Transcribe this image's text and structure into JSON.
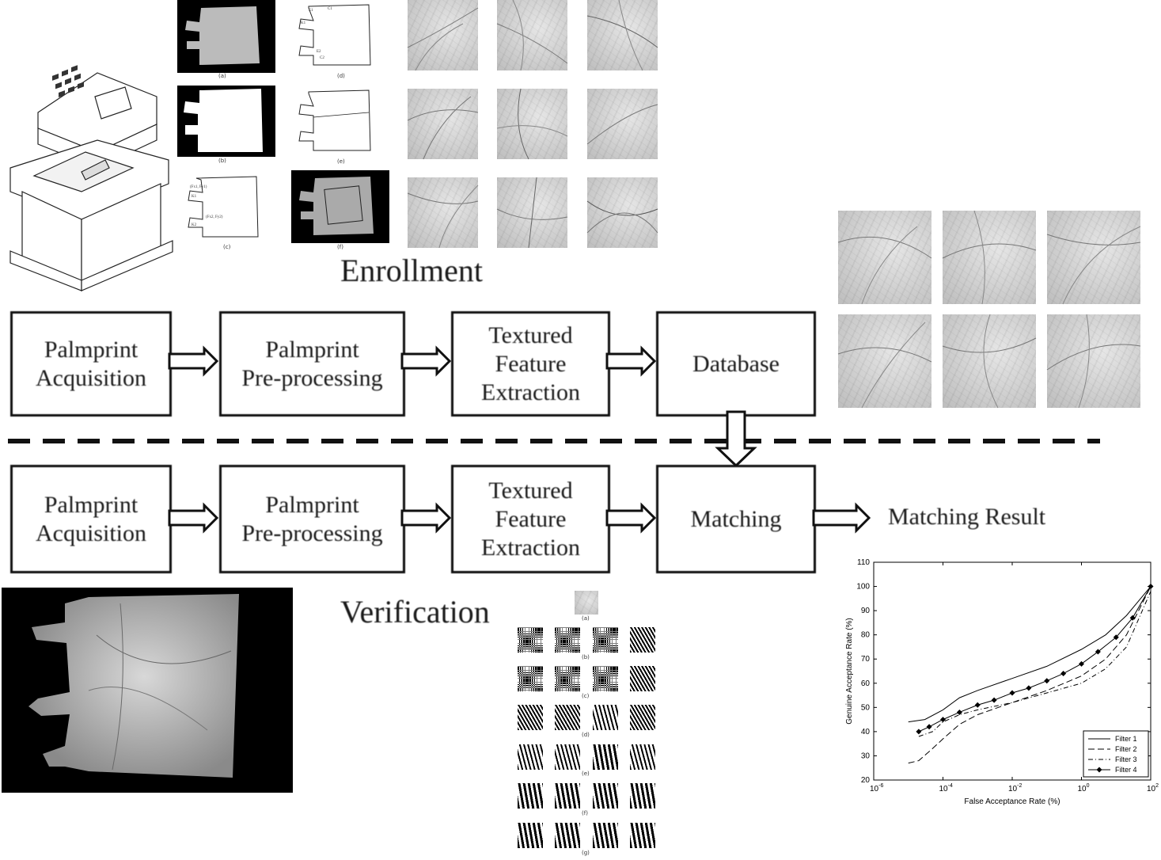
{
  "enrollment_label": "Enrollment",
  "verification_label": "Verification",
  "enrollment_row": {
    "acquisition": [
      "Palmprint",
      "Acquisition"
    ],
    "preprocessing": [
      "Palmprint",
      "Pre-processing"
    ],
    "feature": [
      "Textured",
      "Feature",
      "Extraction"
    ],
    "database": [
      "Database"
    ]
  },
  "verification_row": {
    "acquisition": [
      "Palmprint",
      "Acquisition"
    ],
    "preprocessing": [
      "Palmprint",
      "Pre-processing"
    ],
    "feature": [
      "Textured",
      "Feature",
      "Extraction"
    ],
    "matching": [
      "Matching"
    ]
  },
  "matching_result_label": "Matching Result",
  "preprocess_captions": [
    "(a)",
    "(b)",
    "(c)",
    "(d)",
    "(e)",
    "(f)"
  ],
  "contour_labels": {
    "d": [
      "E1",
      "C1",
      "K1",
      "E2",
      "C2"
    ],
    "c": [
      "(Fx1, Fy1)",
      "(Fx2, Fy2)",
      "K1",
      "K2"
    ]
  },
  "filter_captions": [
    "(a)",
    "(b)",
    "(c)",
    "(d)",
    "(e)",
    "(f)",
    "(g)"
  ],
  "chart_data": {
    "type": "line",
    "xlabel": "False Acceptance Rate (%)",
    "ylabel": "Genuine Acceptance Rate (%)",
    "xscale": "log",
    "xlim": [
      1e-06,
      100
    ],
    "ylim": [
      20,
      110
    ],
    "xticks": [
      "10^-6",
      "10^-4",
      "10^-2",
      "10^0",
      "10^2"
    ],
    "yticks": [
      20,
      30,
      40,
      50,
      60,
      70,
      80,
      90,
      100,
      110
    ],
    "grid": false,
    "legend_position": "bottom-right",
    "series": [
      {
        "name": "Filter 1",
        "style": "solid",
        "x": [
          1e-05,
          3e-05,
          0.0001,
          0.0003,
          0.001,
          0.01,
          0.1,
          1,
          5,
          20,
          100
        ],
        "y": [
          44,
          45,
          49,
          54,
          57,
          62,
          67,
          74,
          80,
          88,
          100
        ]
      },
      {
        "name": "Filter 2",
        "style": "longdash",
        "x": [
          1e-05,
          2e-05,
          5e-05,
          0.0001,
          0.0003,
          0.001,
          0.01,
          0.1,
          1,
          5,
          20,
          100
        ],
        "y": [
          27,
          28,
          33,
          37,
          43,
          47,
          52,
          57,
          63,
          70,
          80,
          100
        ]
      },
      {
        "name": "Filter 3",
        "style": "dashdot",
        "x": [
          2e-05,
          5e-05,
          0.0001,
          0.0003,
          0.001,
          0.01,
          0.1,
          1,
          5,
          20,
          100
        ],
        "y": [
          38,
          40,
          44,
          47,
          49,
          52,
          56,
          60,
          66,
          75,
          98
        ]
      },
      {
        "name": "Filter 4",
        "style": "solid-marker",
        "x": [
          2e-05,
          4e-05,
          0.0001,
          0.0003,
          0.001,
          0.003,
          0.01,
          0.03,
          0.1,
          0.3,
          1,
          3,
          10,
          30,
          100
        ],
        "y": [
          40,
          42,
          45,
          48,
          51,
          53,
          56,
          58,
          61,
          64,
          68,
          73,
          79,
          87,
          100
        ]
      }
    ]
  }
}
